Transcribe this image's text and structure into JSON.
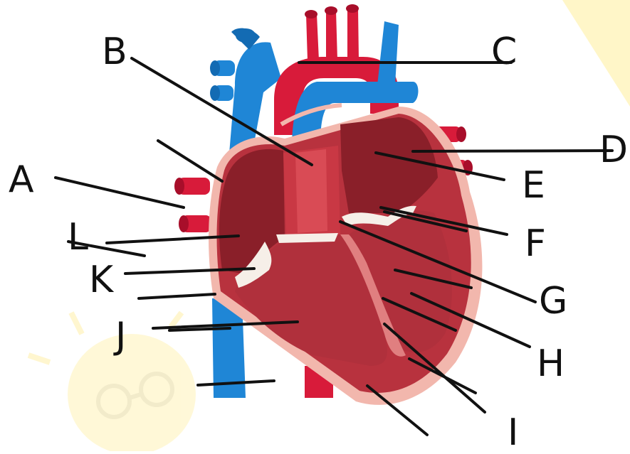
{
  "diagram": {
    "labels": {
      "A": "A",
      "B": "B",
      "C": "C",
      "D": "D",
      "E": "E",
      "F": "F",
      "G": "G",
      "H": "H",
      "I": "I",
      "J": "J",
      "K": "K",
      "L": "L"
    }
  },
  "colors": {
    "label_ink": "#111111",
    "vena_blue": "#1f86d6",
    "vena_blue_dark": "#136bb3",
    "aorta_red": "#d81b3a",
    "aorta_red_dark": "#a80e2a",
    "myocardium": "#b8323e",
    "chamber_dark": "#8a1f29",
    "pericardium": "#f2b7ad",
    "septum": "#c8474f",
    "valve": "#f6efe8",
    "watermark_yellow": "#fff3b8"
  }
}
